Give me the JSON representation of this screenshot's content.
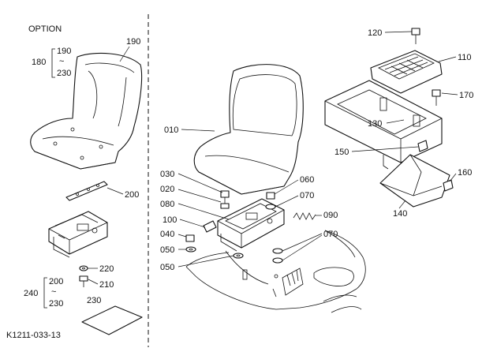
{
  "header": {
    "option_label": "OPTION"
  },
  "footer": {
    "figure_code": "K1211-033-13"
  },
  "callouts": {
    "c190_top": "190",
    "c180": "180",
    "c190_bracket": "190",
    "c230_bracket": "230",
    "c200": "200",
    "c220": "220",
    "c210": "210",
    "c240": "240",
    "c200_bracket": "200",
    "c230_bracket_b": "230",
    "c230": "230",
    "c010": "010",
    "c030": "030",
    "c020": "020",
    "c080": "080",
    "c100": "100",
    "c040": "040",
    "c050_a": "050",
    "c050_b": "050",
    "c060": "060",
    "c070_a": "070",
    "c090": "090",
    "c070_b": "070",
    "c120": "120",
    "c110": "110",
    "c170": "170",
    "c130": "130",
    "c150": "150",
    "c160": "160",
    "c140": "140"
  },
  "tilde": "~"
}
